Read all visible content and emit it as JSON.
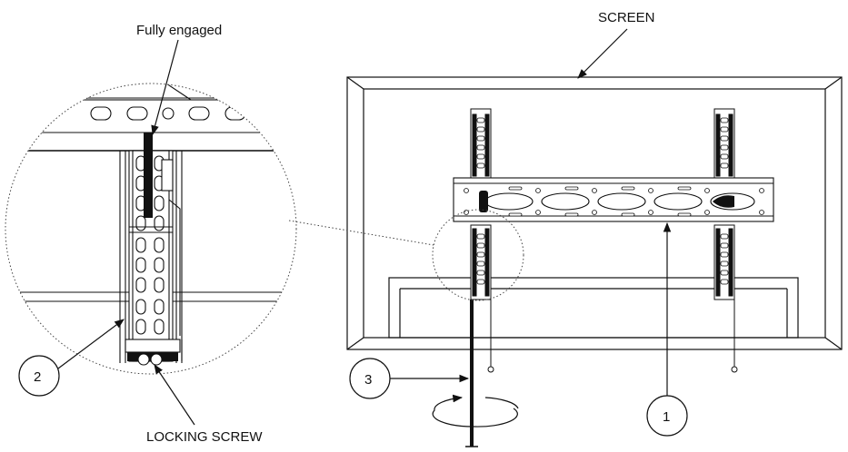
{
  "labels": {
    "fully_engaged": "Fully engaged",
    "screen": "SCREEN",
    "locking_screw": "LOCKING SCREW"
  },
  "callouts": {
    "one": "1",
    "two": "2",
    "three": "3"
  },
  "colors": {
    "line": "#111111",
    "dotted": "#444444",
    "fill": "#ffffff"
  }
}
